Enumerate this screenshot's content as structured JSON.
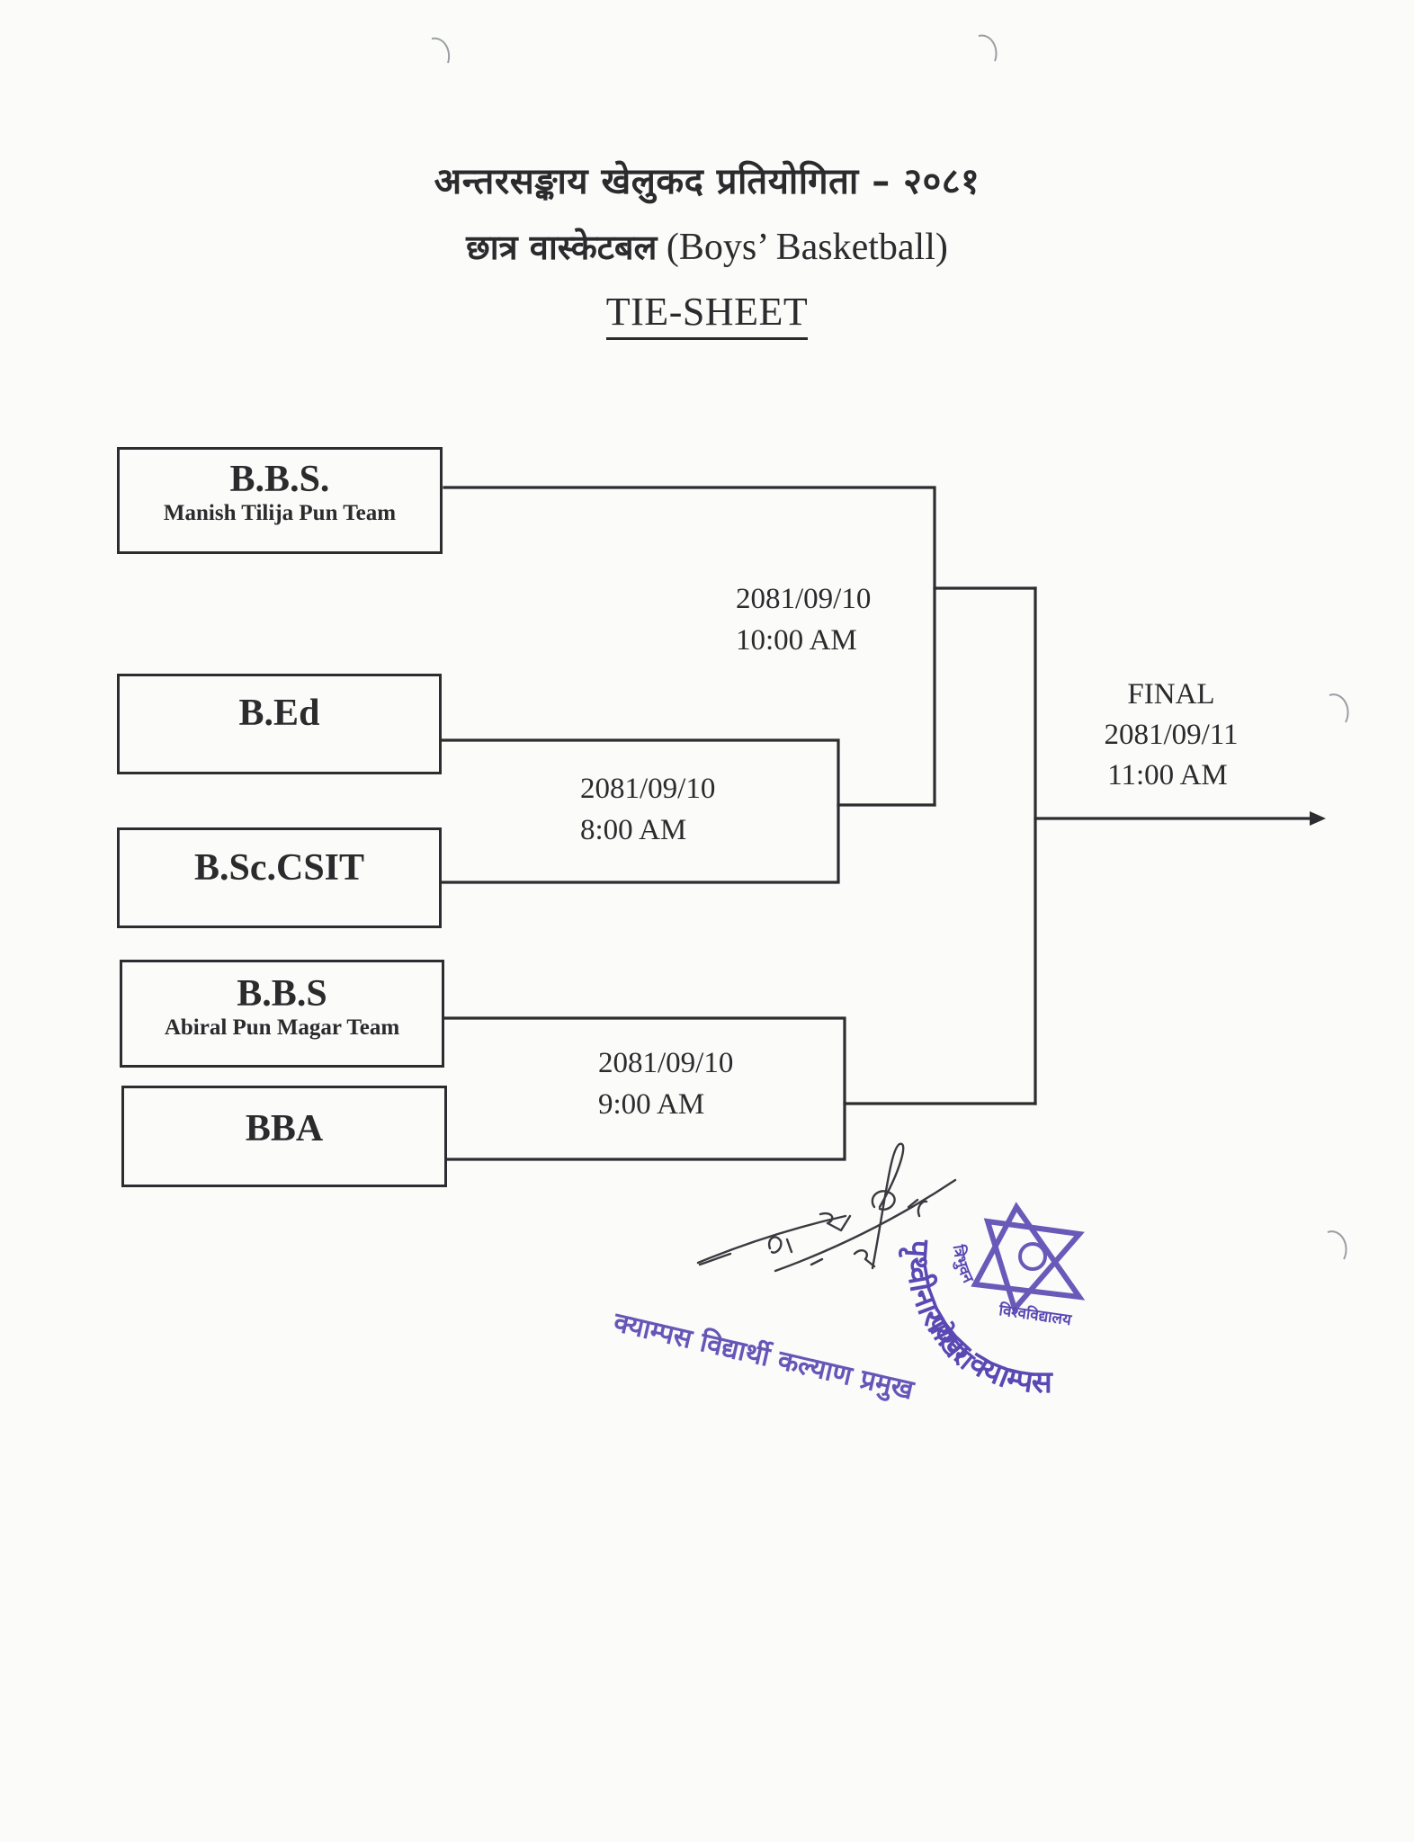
{
  "header": {
    "title_devanagari": "अन्तरसङ्काय खेलुकद प्रतियोगिता – २०८१",
    "subtitle_devanagari": "छात्र वास्केटबल",
    "subtitle_english": "(Boys’ Basketball)",
    "sheet_label": "TIE-SHEET"
  },
  "bracket": {
    "teams": [
      {
        "name": "B.B.S.",
        "subtitle": "Manish Tilija Pun Team"
      },
      {
        "name": "B.Ed",
        "subtitle": ""
      },
      {
        "name": "B.Sc.CSIT",
        "subtitle": ""
      },
      {
        "name": "B.B.S",
        "subtitle": "Abiral Pun Magar Team"
      },
      {
        "name": "BBA",
        "subtitle": ""
      }
    ],
    "matches": [
      {
        "id": "match-1",
        "teams": [
          "B.Ed",
          "B.Sc.CSIT"
        ],
        "date": "2081/09/10",
        "time": "8:00 AM"
      },
      {
        "id": "match-2",
        "teams": [
          "B.B.S.",
          "Winner of B.Ed vs B.Sc.CSIT"
        ],
        "date": "2081/09/10",
        "time": "10:00 AM"
      },
      {
        "id": "match-3",
        "teams": [
          "B.B.S",
          "BBA"
        ],
        "date": "2081/09/10",
        "time": "9:00 AM"
      }
    ],
    "final": {
      "label": "FINAL",
      "date": "2081/09/11",
      "time": "11:00 AM"
    }
  },
  "signature": {
    "scribble": "२१/५/८"
  },
  "stamps": {
    "office_line": "क्याम्पस विद्यार्थी कल्याण प्रमुख",
    "seal_top_small": "त्रिभुवन",
    "seal_mid_small": "विश्वविद्यालय",
    "seal_main": "पृथ्वीनारायण क्याम्पस",
    "seal_city": "पोखरा",
    "color": "#5a49b3"
  }
}
